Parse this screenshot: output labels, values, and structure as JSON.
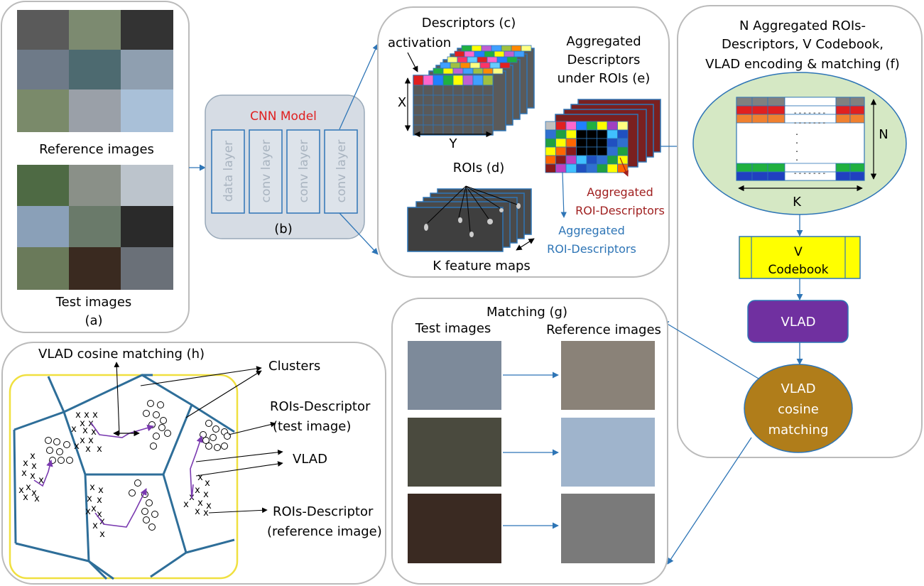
{
  "panel_a": {
    "reference_label": "Reference images",
    "test_label": "Test images",
    "id": "(a)"
  },
  "panel_b": {
    "title": "CNN Model",
    "layers": [
      "data layer",
      "conv layer",
      "conv layer",
      "conv layer"
    ],
    "id": "(b)"
  },
  "panel_cde": {
    "descriptors_title": "Descriptors (c)",
    "activation_label": "activation",
    "x_label": "X",
    "y_label": "Y",
    "rois_title": "ROIs (d)",
    "feature_maps_label": "K feature maps",
    "aggregated_title": [
      "Aggregated",
      "Descriptors",
      "under ROIs (e)"
    ],
    "agg_roi_red": [
      "Aggregated",
      "ROI-Descriptors"
    ],
    "agg_roi_blue": [
      "Aggregated",
      "ROI-Descriptors"
    ]
  },
  "panel_f": {
    "title": [
      "N Aggregated ROIs-",
      "Descriptors, V Codebook,",
      "VLAD encoding & matching (f)"
    ],
    "n_label": "N",
    "k_label": "K",
    "codebook": [
      "V",
      "Codebook"
    ],
    "vlad": "VLAD",
    "cosine": [
      "VLAD",
      "cosine",
      "matching"
    ]
  },
  "panel_g": {
    "title": "Matching (g)",
    "test_header": "Test images",
    "reference_header": "Reference images"
  },
  "panel_h": {
    "title": "VLAD cosine matching  (h)",
    "labels": {
      "clusters": "Clusters",
      "rois_test": [
        "ROIs-Descriptor",
        "(test image)"
      ],
      "vlad": "VLAD",
      "rois_ref": [
        "ROIs-Descriptor",
        "(reference image)"
      ]
    }
  },
  "colors": {
    "cnn_red": "#e02020",
    "agg_red": "#a02020",
    "agg_blue": "#2e75b6",
    "arrow_blue": "#2e75b6",
    "ellipse_fill": "#d5e8c4",
    "codebook_fill": "#ffff00",
    "vlad_fill": "#7030a0",
    "cosine_fill": "#b07d1a",
    "cluster_border": "#f0e040",
    "polygon_stroke": "#2e6e99",
    "path_purple": "#7a3ab0"
  }
}
